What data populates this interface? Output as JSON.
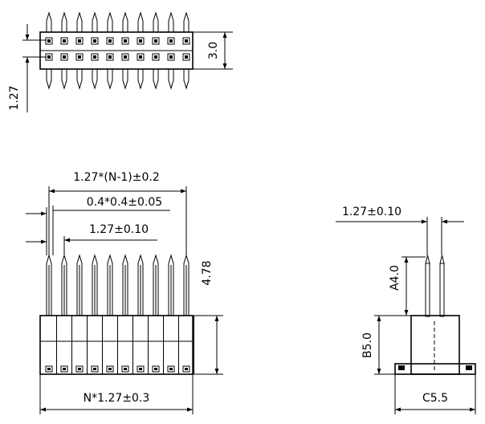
{
  "top_view": {
    "height_dim": "3.0",
    "pitch_dim": "1.27"
  },
  "front_view": {
    "total_pitch": "1.27*(N-1)±0.2",
    "pin_section": "0.4*0.4±0.05",
    "pin_pitch": "1.27±0.10",
    "pin_length": "4.78",
    "body_width": "N*1.27±0.3"
  },
  "side_view": {
    "row_pitch": "1.27±0.10",
    "pin_height": "A4.0",
    "body_height": "B5.0",
    "body_width": "C5.5"
  }
}
